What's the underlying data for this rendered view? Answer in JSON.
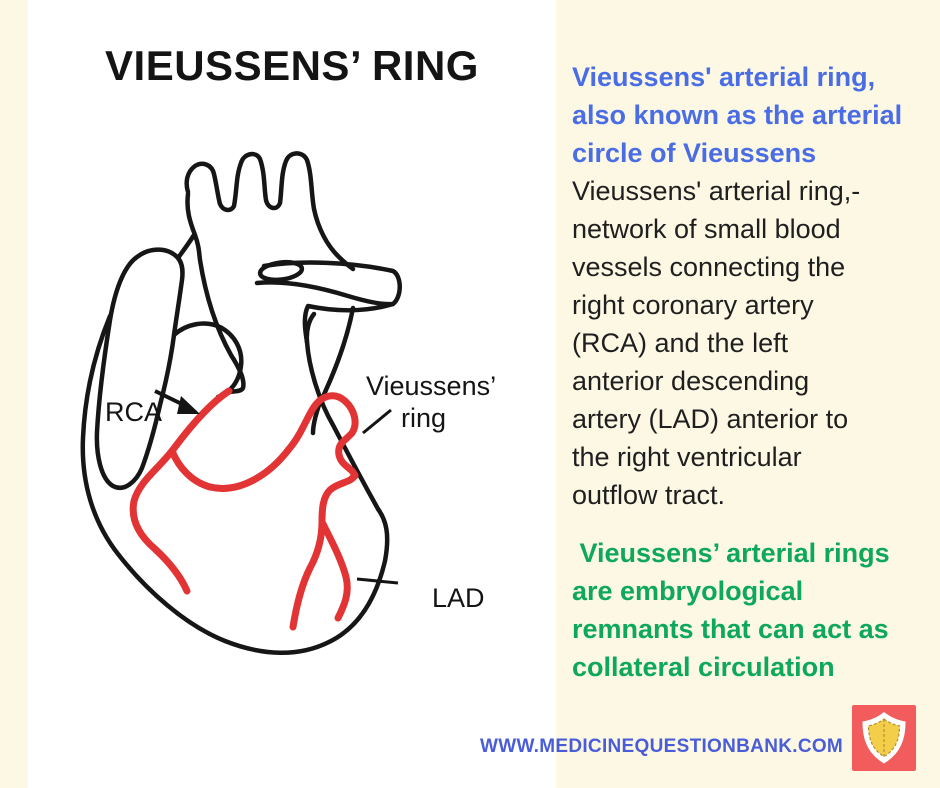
{
  "page": {
    "background_color": "#FCF8E4",
    "panel_color": "#FFFFFF"
  },
  "diagram": {
    "title": "VIEUSSENS’ RING",
    "outline_color": "#161616",
    "artery_color": "#E23434",
    "labels": {
      "rca": "RCA",
      "ring_line1": "Vieussens’",
      "ring_line2": "ring",
      "lad": "LAD"
    }
  },
  "info": {
    "heading_color": "#4A6DE5",
    "heading_lines": [
      "Vieussens' arterial ring,",
      "also known as the arterial",
      "circle of Vieussens"
    ],
    "body_color": "#1F1F1F",
    "body_lines": [
      "Vieussens' arterial ring,-",
      "network of small blood",
      "vessels connecting the",
      "right coronary artery",
      "(RCA) and the left",
      "anterior descending",
      "artery (LAD) anterior to",
      "the right ventricular",
      "outflow tract."
    ],
    "note_color": "#0EA85A",
    "note_lines": [
      " Vieussens’ arterial rings",
      "are embryological",
      "remnants that can act as",
      "collateral circulation"
    ]
  },
  "footer": {
    "website": "WWW.MEDICINEQUESTIONBANK.COM",
    "website_color": "#4A5DD8"
  },
  "logo": {
    "background_color": "#F25C5C",
    "shield_outer_color": "#FFFFFF",
    "shield_inner_color": "#F2CE4B"
  }
}
